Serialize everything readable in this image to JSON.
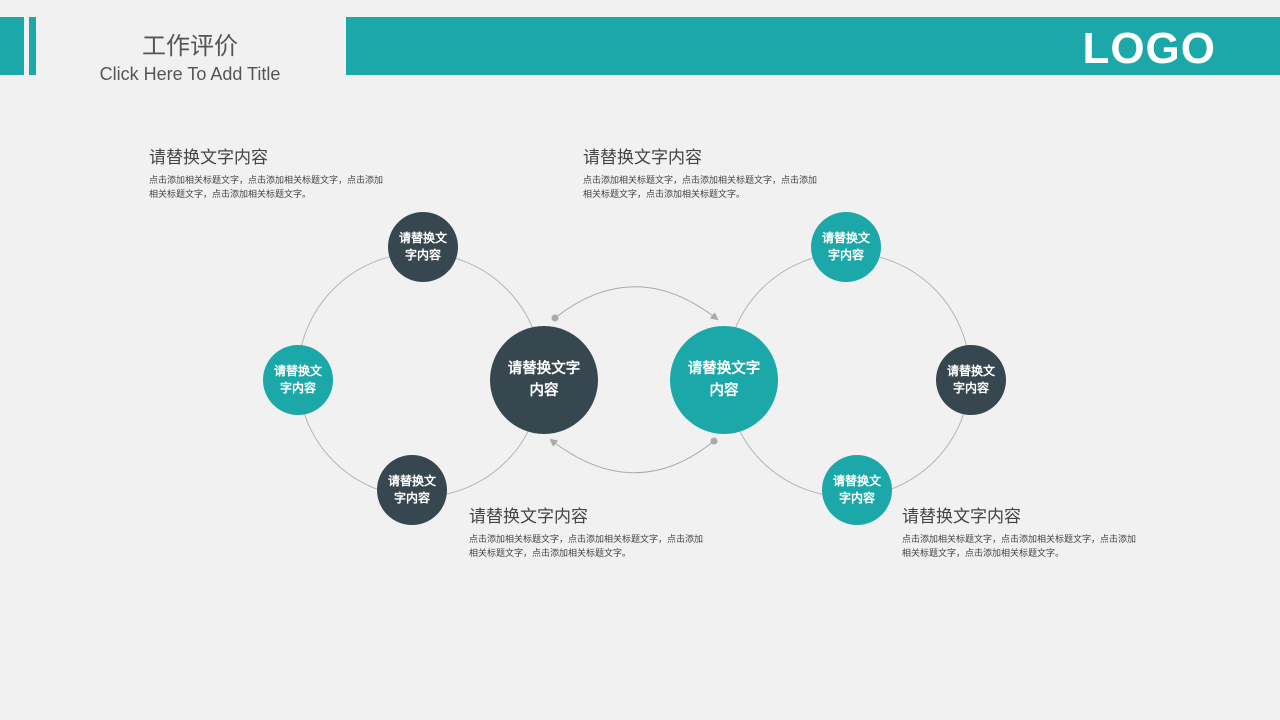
{
  "header": {
    "title_cn": "工作评价",
    "title_en": "Click  Here  To Add  Title",
    "logo": "LOGO",
    "accent_color": "#1ca8a8"
  },
  "colors": {
    "dark": "#37474f",
    "teal": "#1ca8a8",
    "line": "#b5b5b5"
  },
  "text_blocks": [
    {
      "title": "请替换文字内容",
      "body": "点击添加相关标题文字，点击添加相关标题文字，点击添加相关标题文字，点击添加相关标题文字。"
    },
    {
      "title": "请替换文字内容",
      "body": "点击添加相关标题文字，点击添加相关标题文字，点击添加相关标题文字，点击添加相关标题文字。"
    },
    {
      "title": "请替换文字内容",
      "body": "点击添加相关标题文字，点击添加相关标题文字，点击添加相关标题文字，点击添加相关标题文字。"
    },
    {
      "title": "请替换文字内容",
      "body": "点击添加相关标题文字，点击添加相关标题文字，点击添加相关标题文字，点击添加相关标题文字。"
    }
  ],
  "left_center": {
    "line1": "请替换文字",
    "line2": "内容"
  },
  "right_center": {
    "line1": "请替换文字",
    "line2": "内容"
  },
  "left_nodes": [
    {
      "line1": "请替换文",
      "line2": "字内容"
    },
    {
      "line1": "请替换文",
      "line2": "字内容"
    },
    {
      "line1": "请替换文",
      "line2": "字内容"
    }
  ],
  "right_nodes": [
    {
      "line1": "请替换文",
      "line2": "字内容"
    },
    {
      "line1": "请替换文",
      "line2": "字内容"
    },
    {
      "line1": "请替换文",
      "line2": "字内容"
    }
  ]
}
